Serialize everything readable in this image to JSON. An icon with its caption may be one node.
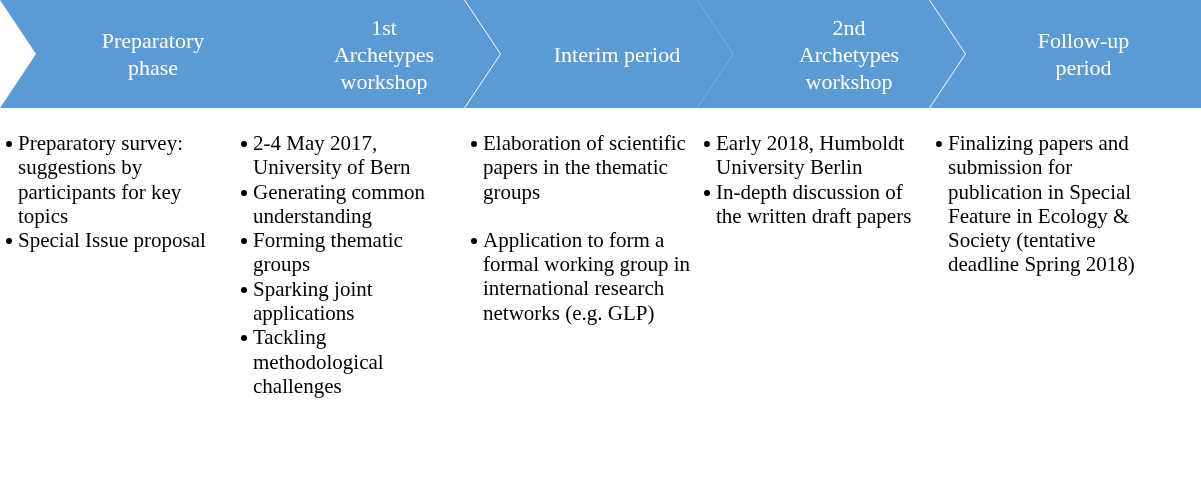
{
  "diagram": {
    "nodes": [
      {
        "text": [
          "Preparatory phase"
        ],
        "beside": [
          "Preparatory survey: suggestions by participants for key topics",
          "Special Issue proposal"
        ]
      },
      {
        "text": [
          "1st Archetypes workshop"
        ],
        "beside": [
          "2-4 May 2017, University of Bern",
          "Generating common understanding",
          "Forming thematic groups",
          "Sparking joint applications",
          "Tackling methodological challenges"
        ]
      },
      {
        "text": [
          "Interim period"
        ],
        "beside": [
          "Elaboration of scientific papers in the thematic groups",
          "Application to form a formal working group in international research networks (e.g. GLP)"
        ]
      },
      {
        "text": [
          "2nd Archetypes workshop"
        ],
        "beside": [
          "Early 2018, Humboldt University Berlin",
          "In-depth discussion of the written draft papers"
        ]
      },
      {
        "text": [
          "Follow-up period"
        ],
        "beside": [
          "Finalizing papers and submission for publication in Special Feature in Ecology & Society (tentative deadline Spring 2018)"
        ]
      }
    ]
  }
}
